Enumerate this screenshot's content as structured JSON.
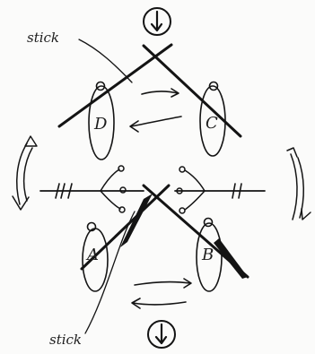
{
  "labels": {
    "stick_top": "stick",
    "stick_bottom": "stick",
    "figure_a": "A",
    "figure_b": "B",
    "figure_c": "C",
    "figure_d": "D"
  },
  "colors": {
    "ink": "#141414",
    "background": "#fbfbfa"
  },
  "icons": {
    "top_marker": "circled-down-arrow",
    "bottom_marker": "circled-down-arrow"
  }
}
